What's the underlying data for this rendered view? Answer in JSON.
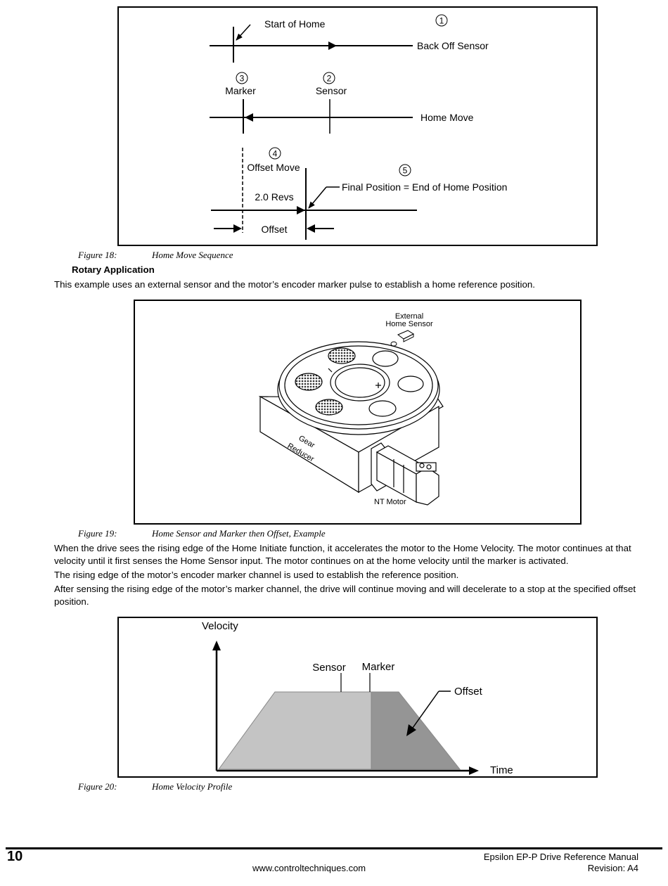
{
  "figure18": {
    "number": "Figure 18:",
    "title": "Home Move Sequence",
    "labels": {
      "start_of_home": "Start of Home",
      "back_off_sensor": "Back Off Sensor",
      "marker": "Marker",
      "sensor": "Sensor",
      "home_move": "Home Move",
      "offset_move": "Offset Move",
      "revs": "2.0 Revs",
      "final_position": "Final Position = End of Home Position",
      "offset": "Offset"
    },
    "step_numbers": [
      "1",
      "2",
      "3",
      "4",
      "5"
    ]
  },
  "section": {
    "heading": "Rotary Application",
    "intro": "This example uses an external sensor and the motor’s encoder marker pulse to establish a home reference position."
  },
  "figure19": {
    "number": "Figure 19:",
    "title": "Home Sensor and Marker then Offset, Example",
    "labels": {
      "external_line1": "External",
      "external_line2": "Home Sensor",
      "gear": "Gear",
      "reducer": "Reducer",
      "motor": "NT Motor"
    }
  },
  "paragraphs": {
    "p1": "When the drive sees the rising edge of the Home Initiate function, it accelerates the motor to the Home Velocity. The motor continues at that velocity until it first senses the Home Sensor input. The motor continues on at the home velocity until the marker is activated.",
    "p2": "The rising edge of the motor’s encoder marker channel is used to establish the reference position.",
    "p3": "After sensing the rising edge of the motor’s marker channel, the drive will continue moving and will decelerate to a stop at the specified offset position."
  },
  "figure20": {
    "number": "Figure 20:",
    "title": "Home Velocity Profile",
    "labels": {
      "velocity": "Velocity",
      "time": "Time",
      "sensor": "Sensor",
      "marker": "Marker",
      "offset": "Offset"
    },
    "colors": {
      "profile": "#c4c4c4",
      "offset_region": "#959595"
    }
  },
  "footer": {
    "page_number": "10",
    "website": "www.controltechniques.com",
    "manual_title": "Epsilon EP-P Drive Reference Manual",
    "revision": "Revision: A4"
  }
}
